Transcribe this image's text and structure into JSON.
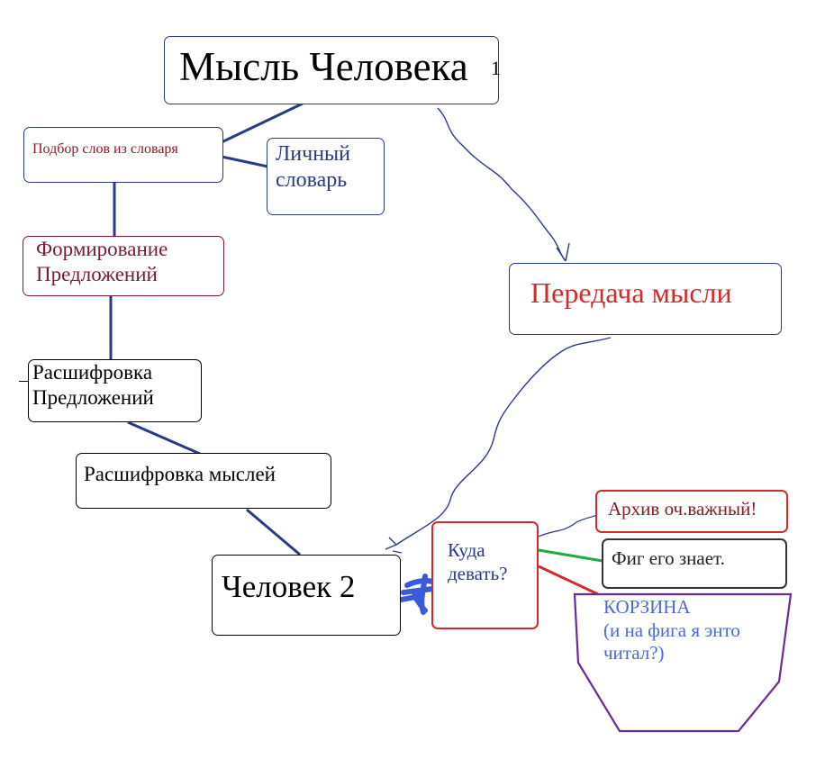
{
  "diagram": {
    "nodes": {
      "main": {
        "label": "Мысль Человека",
        "sup": "1"
      },
      "words": {
        "label": "Подбор слов из словаря"
      },
      "dict": {
        "label": "Личный\nсловарь"
      },
      "form": {
        "label": "Формирование\nПредложений"
      },
      "transfer": {
        "label": "Передача мысли"
      },
      "decode_sentences": {
        "label": "Расшифровка\nПредложений"
      },
      "decode_thoughts": {
        "label": "Расшифровка мыслей"
      },
      "person2": {
        "label": "Человек 2"
      },
      "where": {
        "label": "Куда\nдевать?"
      },
      "archive": {
        "label": "Архив оч.важный!"
      },
      "unknown": {
        "label": "Фиг его знает."
      },
      "trash": {
        "label": "КОРЗИНА\n(и на фига я энто\nчитал?)"
      }
    },
    "colors": {
      "navy": "#2a3a8a",
      "maroon": "#7a1a3a",
      "red": "#d42a2a",
      "green": "#22aa44",
      "purple": "#6a2a9a",
      "blue_scribble": "#3a5ad8"
    }
  }
}
